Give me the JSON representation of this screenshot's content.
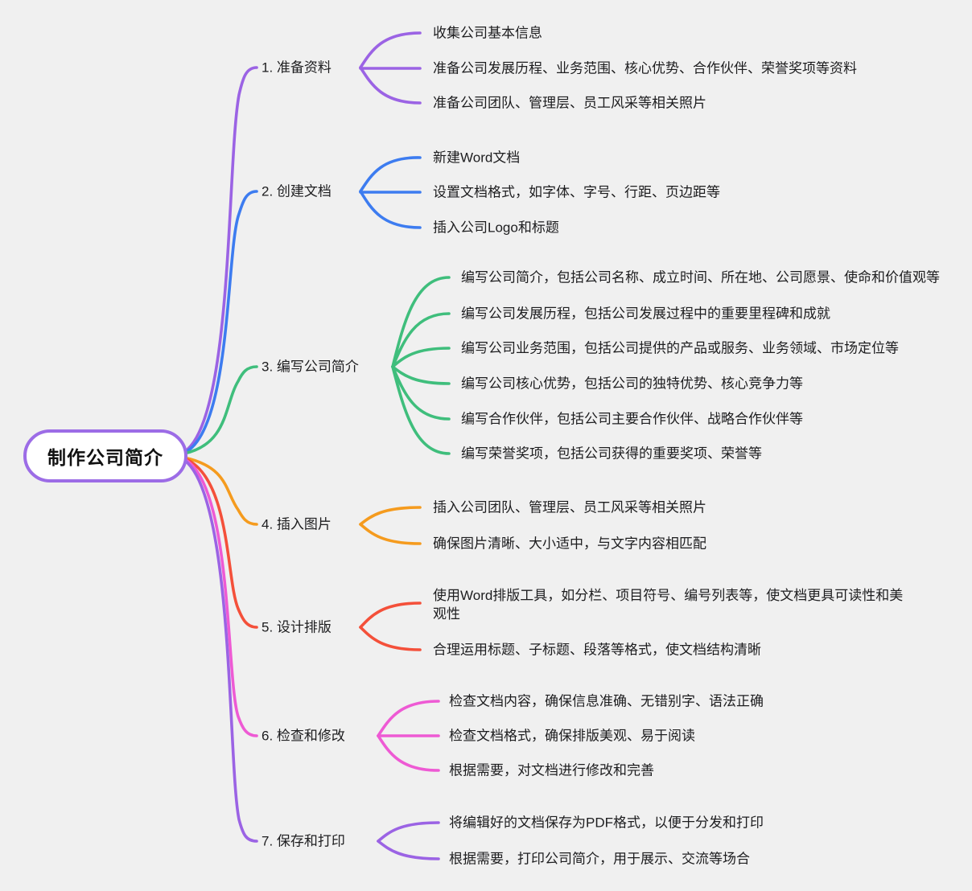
{
  "canvas": {
    "background": "#F0F0F0",
    "text_color": "#1D1D1F"
  },
  "root": {
    "label": "制作公司简介",
    "border_color": "#9C6CE6",
    "fill": "#FFFFFF"
  },
  "branches": [
    {
      "label": "1. 准备资料",
      "color": "#9B63E4",
      "children": [
        "收集公司基本信息",
        "准备公司发展历程、业务范围、核心优势、合作伙伴、荣誉奖项等资料",
        "准备公司团队、管理层、员工风采等相关照片"
      ]
    },
    {
      "label": "2. 创建文档",
      "color": "#3D7CF0",
      "children": [
        "新建Word文档",
        "设置文档格式，如字体、字号、行距、页边距等",
        "插入公司Logo和标题"
      ]
    },
    {
      "label": "3. 编写公司简介",
      "color": "#3FBE7C",
      "children": [
        "编写公司简介，包括公司名称、成立时间、所在地、公司愿景、使命和价值观等",
        "编写公司发展历程，包括公司发展过程中的重要里程碑和成就",
        "编写公司业务范围，包括公司提供的产品或服务、业务领域、市场定位等",
        "编写公司核心优势，包括公司的独特优势、核心竞争力等",
        "编写合作伙伴，包括公司主要合作伙伴、战略合作伙伴等",
        "编写荣誉奖项，包括公司获得的重要奖项、荣誉等"
      ]
    },
    {
      "label": "4. 插入图片",
      "color": "#F59B1E",
      "children": [
        "插入公司团队、管理层、员工风采等相关照片",
        "确保图片清晰、大小适中，与文字内容相匹配"
      ]
    },
    {
      "label": "5. 设计排版",
      "color": "#F4503A",
      "children": [
        "使用Word排版工具，如分栏、项目符号、编号列表等，使文档更具可读性和美观性",
        "合理运用标题、子标题、段落等格式，使文档结构清晰"
      ]
    },
    {
      "label": "6. 检查和修改",
      "color": "#EE5AD4",
      "children": [
        "检查文档内容，确保信息准确、无错别字、语法正确",
        "检查文档格式，确保排版美观、易于阅读",
        "根据需要，对文档进行修改和完善"
      ]
    },
    {
      "label": "7. 保存和打印",
      "color": "#9B63E4",
      "children": [
        "将编辑好的文档保存为PDF格式，以便于分发和打印",
        "根据需要，打印公司简介，用于展示、交流等场合"
      ]
    }
  ]
}
